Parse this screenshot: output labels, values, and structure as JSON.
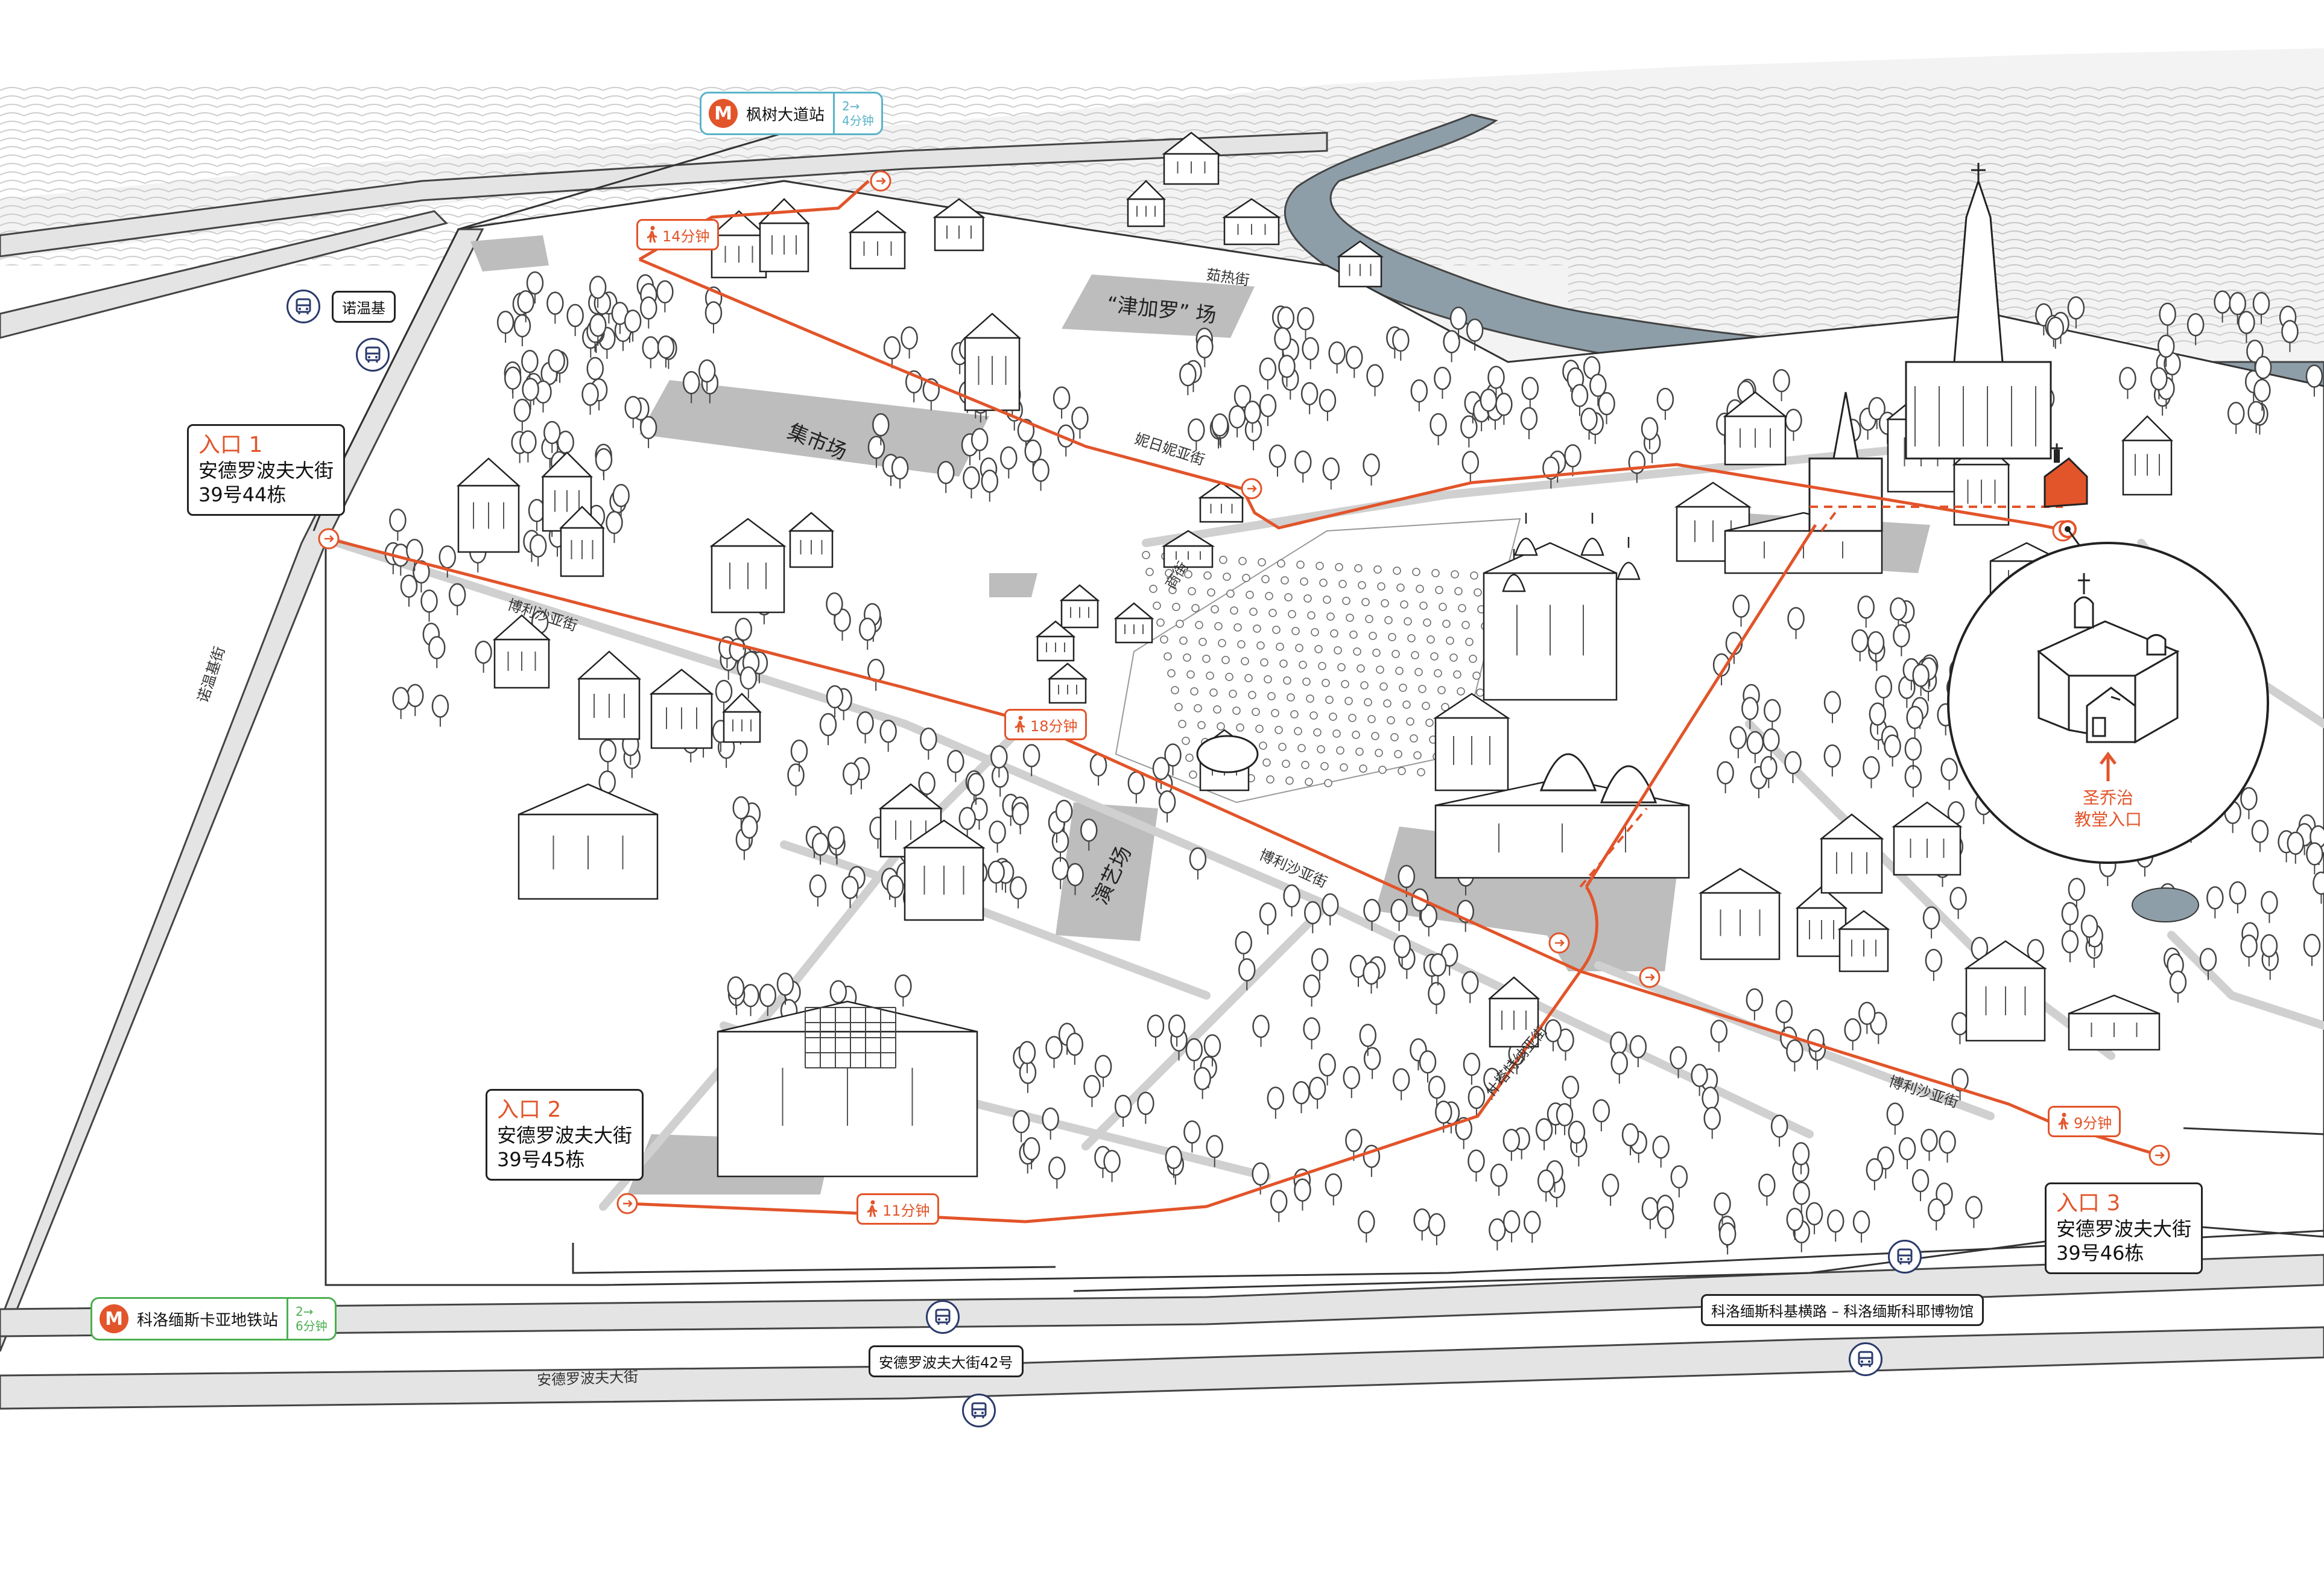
{
  "metro": {
    "fengshu": {
      "name": "枫树大道站",
      "icon": "metro-m-icon",
      "dist_top": "2→",
      "dist_bottom": "4分钟",
      "color": "#5ab4c8"
    },
    "kolomenskaya": {
      "name": "科洛缅斯卡亚地铁站",
      "icon": "metro-m-icon",
      "dist_top": "2→",
      "dist_bottom": "6分钟",
      "color": "#4caf50"
    }
  },
  "entrances": {
    "e1": {
      "title": "入口 1",
      "addr1": "安德罗波夫大街",
      "addr2": "39号44栋"
    },
    "e2": {
      "title": "入口 2",
      "addr1": "安德罗波夫大街",
      "addr2": "39号45栋"
    },
    "e3": {
      "title": "入口 3",
      "addr1": "安德罗波夫大街",
      "addr2": "39号46栋"
    }
  },
  "bus_stops": {
    "nuowenji": "诺温基",
    "andropova42": "安德罗波夫大街42号",
    "kolomna": "科洛缅斯科基横路 – 科洛缅斯科耶博物馆"
  },
  "walk_times": [
    "14分钟",
    "18分钟",
    "11分钟",
    "9分钟"
  ],
  "streets": {
    "ruri": "茹热街",
    "niri": "妮日妮亚街",
    "shang": "商街",
    "boli1": "博利沙亚街",
    "boli2": "博利沙亚街",
    "boli3": "博利沙亚街",
    "nuowenji_st": "诺温基街",
    "shitata": "什塔特纳亚街",
    "andropova": "安德罗波夫大街"
  },
  "plazas": {
    "jinjialuo": "“津加罗” 场",
    "jishi": "集市场",
    "yanyi": "演艺场"
  },
  "church": {
    "line1": "圣乔治",
    "line2": "教堂入口"
  },
  "colors": {
    "route": "#e2542a",
    "river": "#8e9ea8",
    "road": "#d6d6d6",
    "plaza": "#bdbdbd",
    "ink": "#222222",
    "bus": "#2a3a6b"
  },
  "icons": [
    "metro-m-icon",
    "bus-icon",
    "walk-icon",
    "entrance-arrow-icon",
    "church-icon",
    "tree-icon"
  ]
}
